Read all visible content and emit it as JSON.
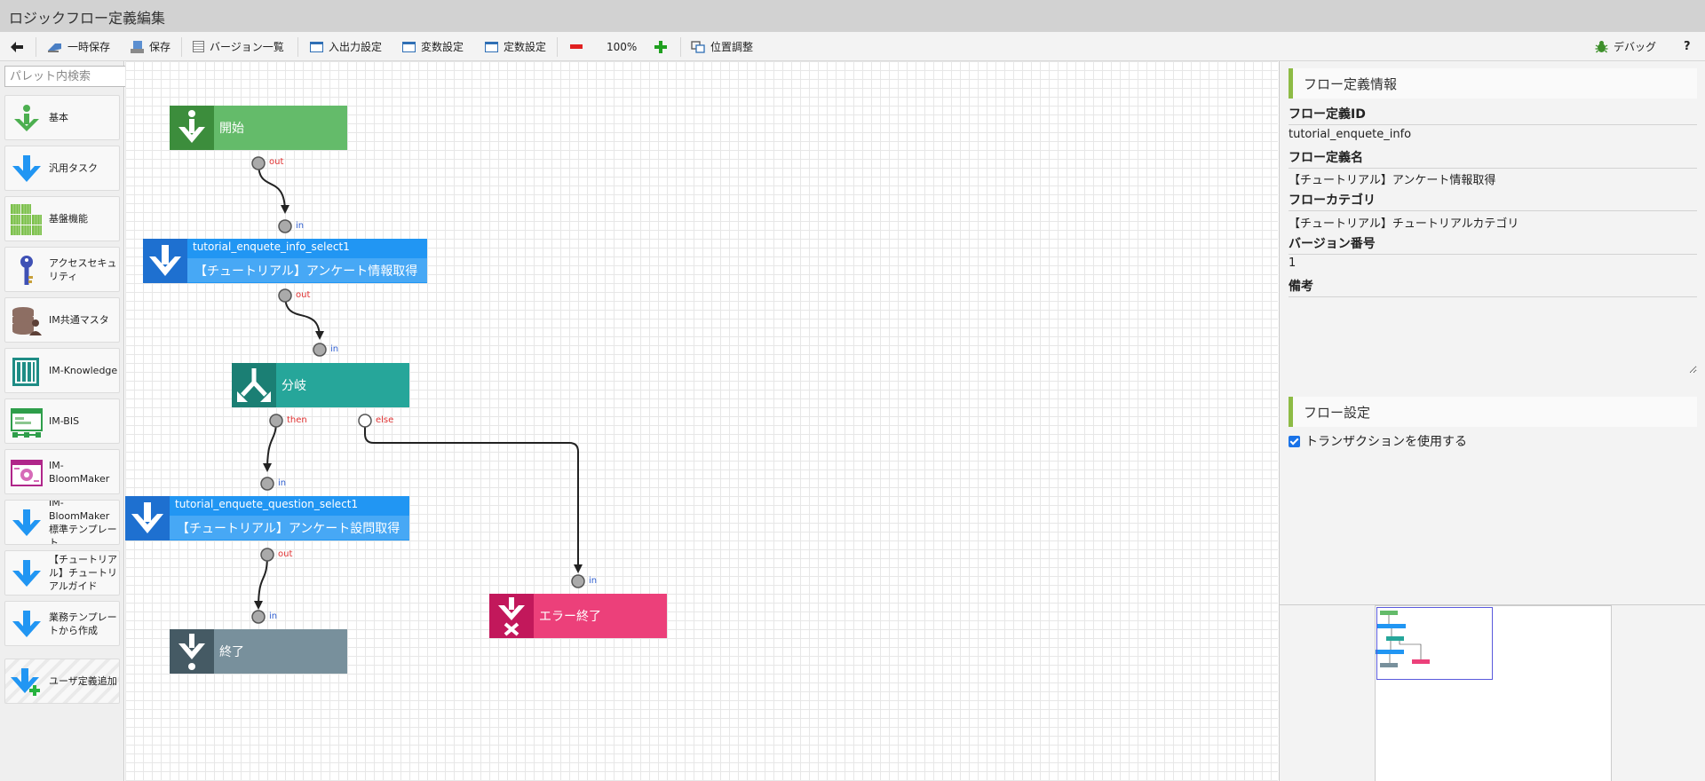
{
  "window": {
    "title": "ロジックフロー定義編集"
  },
  "toolbar": {
    "temp_save": "一時保存",
    "save": "保存",
    "version_list": "バージョン一覧",
    "io_settings": "入出力設定",
    "var_settings": "変数設定",
    "const_settings": "定数設定",
    "zoom": "100%",
    "position_adjust": "位置調整",
    "debug": "デバッグ",
    "help": "?"
  },
  "palette": {
    "search_placeholder": "パレット内検索",
    "items": [
      {
        "label": "基本",
        "icon": "arrow-down-green-icon"
      },
      {
        "label": "汎用タスク",
        "icon": "arrow-down-blue-icon"
      },
      {
        "label": "基盤機能",
        "icon": "grid-blocks-icon"
      },
      {
        "label": "アクセスセキュリティ",
        "icon": "key-icon"
      },
      {
        "label": "IM共通マスタ",
        "icon": "database-user-icon"
      },
      {
        "label": "IM-Knowledge",
        "icon": "book-icon"
      },
      {
        "label": "IM-BIS",
        "icon": "workflow-window-icon"
      },
      {
        "label": "IM-BloomMaker",
        "icon": "bloommaker-icon"
      },
      {
        "label": "IM-BloomMaker 標準テンプレート",
        "icon": "arrow-down-blue-icon"
      },
      {
        "label": "【チュートリアル】チュートリアルガイド",
        "icon": "arrow-down-blue-icon"
      },
      {
        "label": "業務テンプレートから作成",
        "icon": "arrow-down-blue-icon"
      },
      {
        "label": "ユーザ定義追加",
        "icon": "arrow-down-plus-icon"
      }
    ]
  },
  "flow": {
    "start": {
      "label": "開始"
    },
    "task1": {
      "id": "tutorial_enquete_info_select1",
      "name": "【チュートリアル】アンケート情報取得"
    },
    "branch": {
      "label": "分岐"
    },
    "task2": {
      "id": "tutorial_enquete_question_select1",
      "name": "【チュートリアル】アンケート設問取得"
    },
    "end": {
      "label": "終了"
    },
    "error_end": {
      "label": "エラー終了"
    },
    "ports": {
      "out": "out",
      "in": "in",
      "then": "then",
      "else": "else"
    }
  },
  "panel": {
    "flow_info_title": "フロー定義情報",
    "flow_id_label": "フロー定義ID",
    "flow_id": "tutorial_enquete_info",
    "flow_name_label": "フロー定義名",
    "flow_name": "【チュートリアル】アンケート情報取得",
    "category_label": "フローカテゴリ",
    "category": "【チュートリアル】チュートリアルカテゴリ",
    "version_label": "バージョン番号",
    "version": "1",
    "remarks_label": "備考",
    "remarks": "",
    "flow_settings_title": "フロー設定",
    "use_transaction_label": "トランザクションを使用する",
    "use_transaction": true
  },
  "colors": {
    "start": "#5cb85c",
    "start_dark": "#3c8d3c",
    "task": "#3399ff",
    "task_dark": "#1e6fd0",
    "branch": "#26a69a",
    "branch_dark": "#1b7f74",
    "end": "#78909c",
    "end_dark": "#455a64",
    "error": "#e8457c",
    "error_dark": "#c2185b",
    "accent": "#8dbb45"
  }
}
